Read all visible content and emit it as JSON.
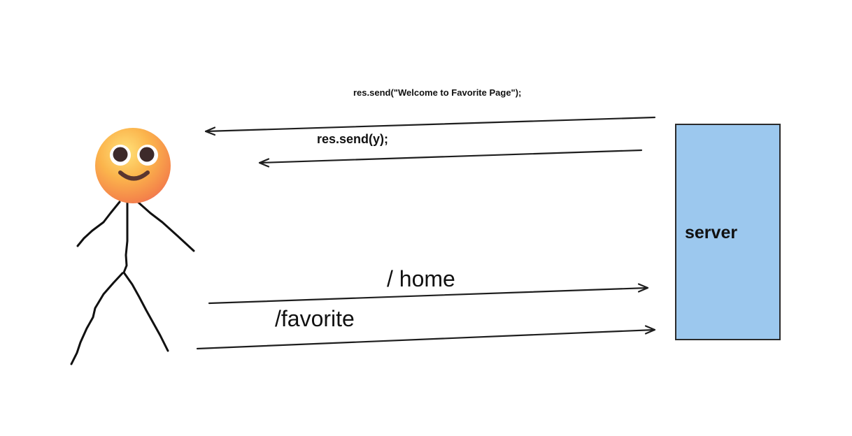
{
  "labels": {
    "response_welcome": "res.send(\"Welcome to Favorite Page\");",
    "response_y": "res.send(y);",
    "request_home": "/ home",
    "request_favorite": "/favorite"
  },
  "server": {
    "label": "server",
    "fill_color": "#9cc8ee",
    "border_color": "#2b2b2b"
  },
  "user": {
    "icon": "smiling-face-emoji",
    "face_color": "#f9a948"
  },
  "colors": {
    "arrow": "#1e1e1e",
    "stick_figure": "#111111"
  }
}
